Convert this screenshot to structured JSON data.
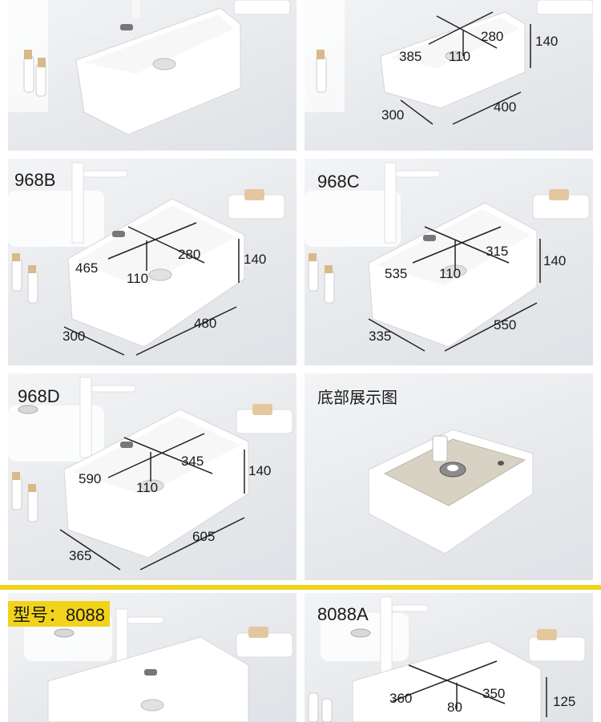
{
  "panels": {
    "p1": {
      "title": "",
      "dims": []
    },
    "p2": {
      "title": "",
      "dims": [
        "280",
        "385",
        "110",
        "140",
        "300",
        "400"
      ]
    },
    "p3": {
      "title": "968B",
      "dims": [
        "465",
        "280",
        "110",
        "140",
        "300",
        "480"
      ]
    },
    "p4": {
      "title": "968C",
      "dims": [
        "535",
        "315",
        "110",
        "140",
        "335",
        "550"
      ]
    },
    "p5": {
      "title": "968D",
      "dims": [
        "590",
        "345",
        "110",
        "140",
        "365",
        "605"
      ]
    },
    "p6": {
      "title": "底部展示图",
      "dims": []
    },
    "p7": {
      "badge": "型号：8088",
      "dims": []
    },
    "p8": {
      "title": "8088A",
      "dims": [
        "360",
        "350",
        "80",
        "125"
      ]
    }
  },
  "colors": {
    "accent": "#f2d31b",
    "ceramic": "#ffffff",
    "bottom_glaze": "#d8d2c4"
  }
}
